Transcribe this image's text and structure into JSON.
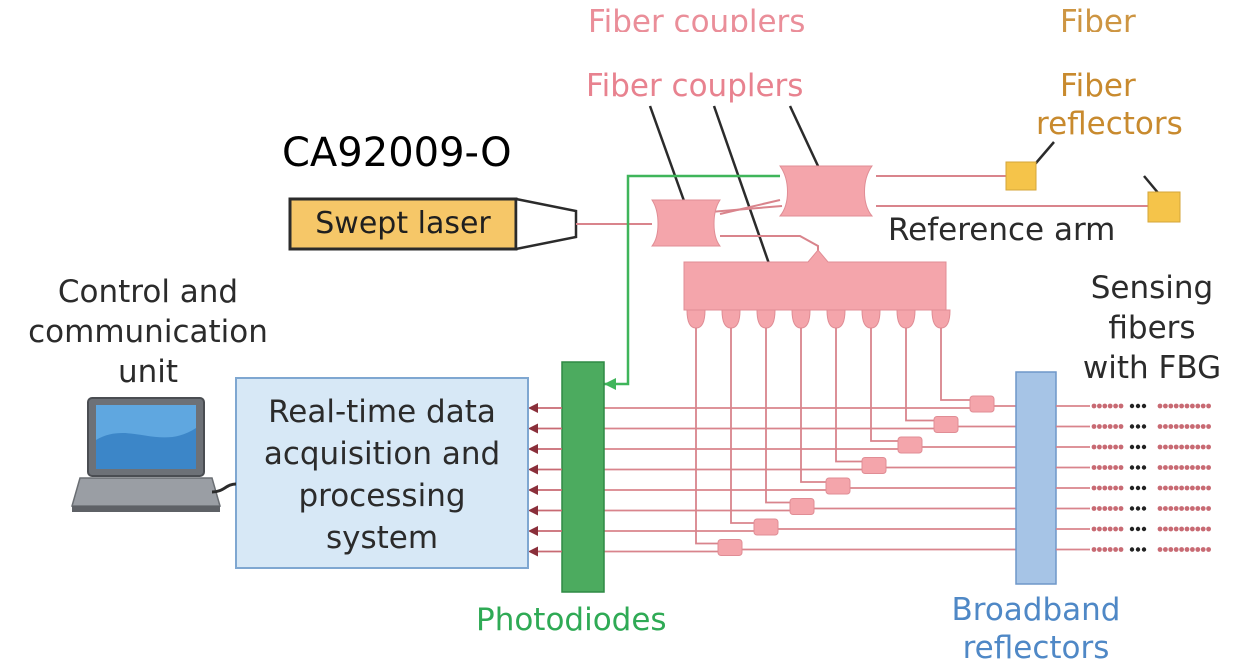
{
  "labels": {
    "watermark": "CA92009-O",
    "fiber_couplers_top": "Fiber couplers",
    "fiber_couplers": "Fiber couplers",
    "fiber_top": "Fiber",
    "fiber_reflectors_line1": "Fiber",
    "fiber_reflectors_line2": "reflectors",
    "swept_laser": "Swept laser",
    "reference_arm": "Reference arm",
    "control_line1": "Control and",
    "control_line2": "communication",
    "control_line3": "unit",
    "sensing_line1": "Sensing",
    "sensing_line2": "fibers",
    "sensing_line3": "with FBG",
    "processing_line1": "Real-time data",
    "processing_line2": "acquisition and",
    "processing_line3": "processing",
    "processing_line4": "system",
    "photodiodes": "Photodiodes",
    "broadband_line1": "Broadband",
    "broadband_line2": "reflectors"
  },
  "channels": 8,
  "colors": {
    "pink": "#f4a5ab",
    "pink_line": "#d9848c",
    "gold": "#f5c44a",
    "green": "#4cab5f",
    "green_line": "#3fb55a",
    "blue_fill": "#d7e8f6",
    "blue_border": "#7fa7d1",
    "reflector": "#a6c4e6",
    "dark": "#4a4a4a",
    "fbg": "#c86a73"
  },
  "icons": [
    "laptop-icon"
  ]
}
